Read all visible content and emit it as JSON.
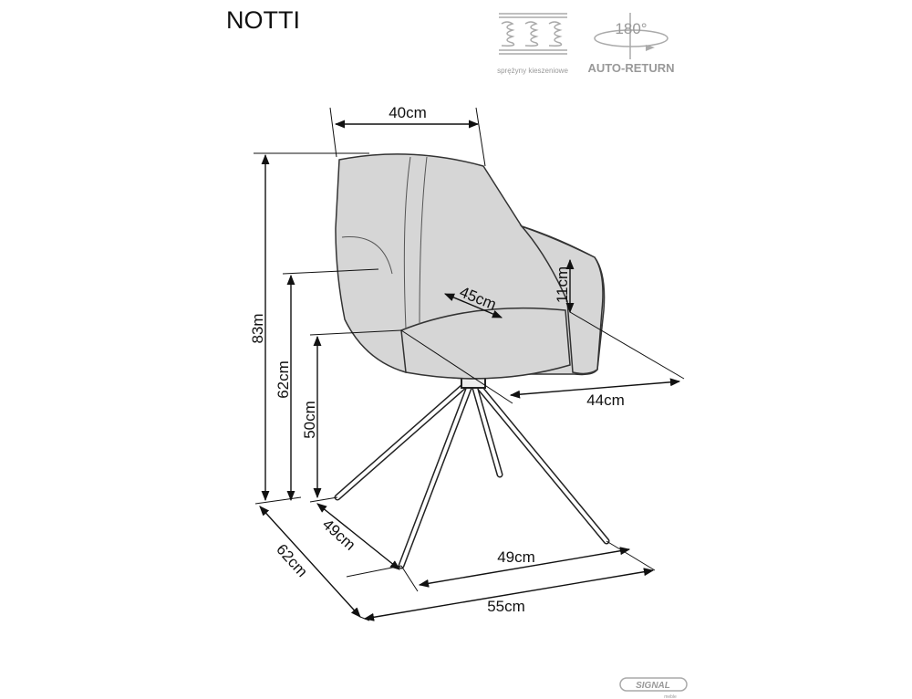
{
  "product": {
    "name": "NOTTI"
  },
  "features": [
    {
      "icon": "pocket-springs-icon",
      "label": "sprężyny kieszeniowe"
    },
    {
      "icon": "rotate-180-icon",
      "badge": "180°",
      "label": "AUTO-RETURN"
    }
  ],
  "dimensions": {
    "backrest_width": "40cm",
    "total_height": "83m",
    "armrest_height": "62cm",
    "seat_height": "50cm",
    "armrest_above_seat": "11cm",
    "seat_depth": "45cm",
    "seat_width": "44cm",
    "base_depth": "49cm",
    "total_depth": "62cm",
    "base_width": "49cm",
    "total_width": "55cm"
  },
  "brand": {
    "name": "SIGNAL",
    "sub": "meble"
  }
}
